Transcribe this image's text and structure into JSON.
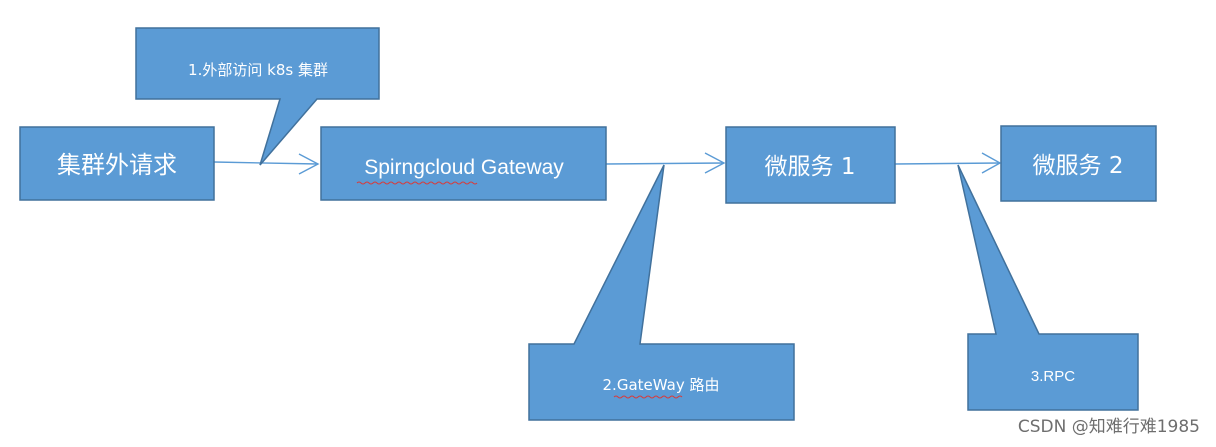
{
  "diagram": {
    "nodes": {
      "external_request": "集群外请求",
      "gateway": "Spirngcloud Gateway",
      "microservice_1": "微服务 1",
      "microservice_2": "微服务 2"
    },
    "callouts": {
      "external_access": "1.外部访问 k8s 集群",
      "gateway_routing": "2.GateWay 路由",
      "rpc": "3.RPC"
    }
  },
  "colors": {
    "box_fill": "#5b9bd5",
    "box_stroke": "#41719c",
    "connector": "#5b9bd5",
    "text": "#ffffff"
  },
  "watermark": "CSDN @知难行难1985"
}
